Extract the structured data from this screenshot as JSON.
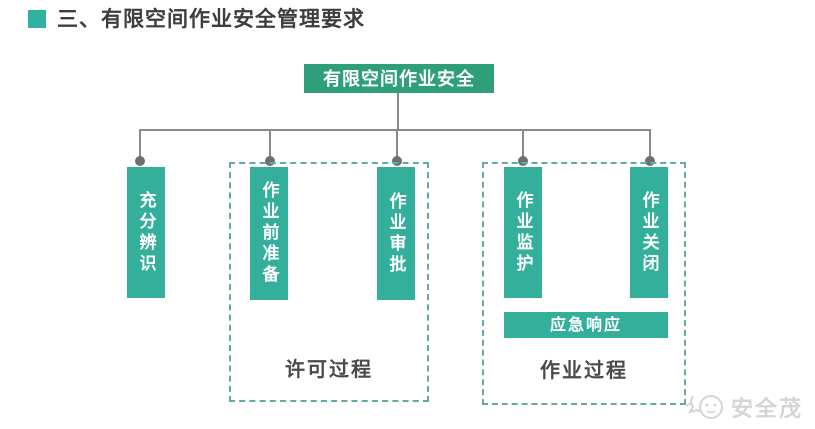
{
  "title": {
    "text": "三、有限空间作业安全管理要求"
  },
  "root": {
    "label": "有限空间作业安全"
  },
  "nodes": [
    {
      "label": "充分辨识"
    },
    {
      "label": "作业前准备"
    },
    {
      "label": "作业审批"
    },
    {
      "label": "作业监护"
    },
    {
      "label": "作业关闭"
    }
  ],
  "groups": [
    {
      "label": "许可过程"
    },
    {
      "label": "作业过程"
    }
  ],
  "emergency": {
    "label": "应急响应"
  },
  "watermark": {
    "text": "安全茂"
  },
  "colors": {
    "root_green": "#2e9f7a",
    "node_teal": "#33af9b",
    "dashed_border": "#62aba4",
    "connector_gray": "#8a8a8a",
    "dot_gray": "#6e6e6e",
    "title_text": "#3d3d3d",
    "bullet_teal": "#2fb3a0",
    "watermark_gray": "#d5d5d5"
  }
}
